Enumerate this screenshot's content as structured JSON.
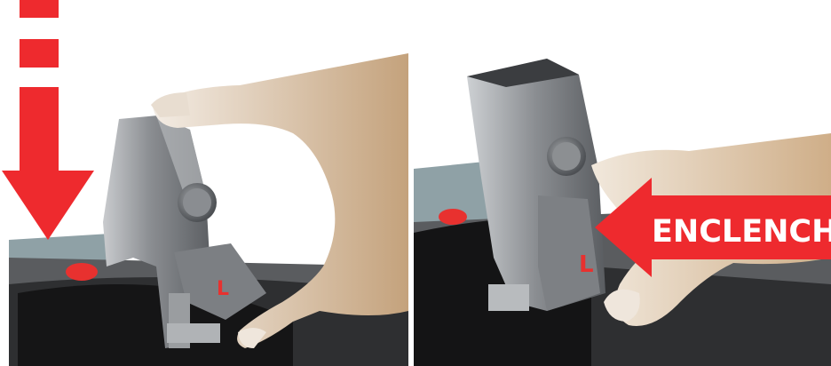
{
  "instruction": {
    "label": "ENCLENCHER",
    "label_color": "#ffffff",
    "arrow_color": "#ee2a2e"
  },
  "illustration": {
    "left_step": "push-down",
    "right_step": "click-in",
    "latch_letter": "L",
    "latch_letter_color": "#e8312f",
    "icons": [
      "down-arrow-icon",
      "left-arrow-icon",
      "hand-icon",
      "latch-icon",
      "button-icon"
    ]
  },
  "colors": {
    "accent": "#ee2a2e",
    "latch_gray": "#8a8d91",
    "skin": "#d9bf9e",
    "base_dark": "#2e2f31",
    "shell_light": "#8fa1a6"
  }
}
